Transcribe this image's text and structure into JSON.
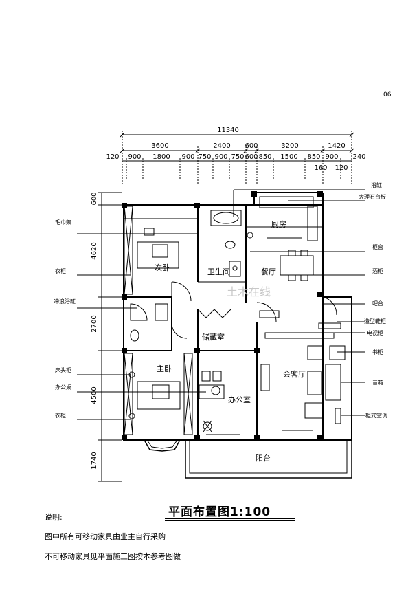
{
  "page_number": "06",
  "overall_dimension": "11340",
  "dim_row1": [
    "3600",
    "2400",
    "600",
    "3200",
    "1420"
  ],
  "dim_row2": [
    "120",
    "900",
    "1800",
    "900",
    "750",
    "900",
    "750",
    "600",
    "850",
    "1500",
    "850",
    "900",
    "240"
  ],
  "dim_row2_sub": [
    "160",
    "120"
  ],
  "left_dims": [
    "600",
    "4620",
    "2700",
    "4500",
    "1740"
  ],
  "rooms": {
    "kitchen": "厨房",
    "second_bedroom": "次卧",
    "bathroom": "卫生间",
    "dining": "餐厅",
    "storage": "储藏室",
    "master_bedroom": "主卧",
    "office": "办公室",
    "living": "会客厅",
    "balcony": "阳台"
  },
  "left_labels": [
    "毛巾架",
    "衣柜",
    "冲浪浴缸",
    "床头柜",
    "办公桌",
    "衣柜"
  ],
  "right_labels": [
    "浴缸",
    "大理石台板",
    "柜台",
    "酒柜",
    "吧台",
    "造型鞋柜",
    "电视柜",
    "书柜",
    "音箱",
    "柜式空调"
  ],
  "watermark": "土木在线",
  "title": "平面布置图",
  "scale": "1:100",
  "notes_heading": "说明:",
  "notes": [
    "图中所有可移动家具由业主自行采购",
    "不可移动家具见平面施工图按本参考图做"
  ]
}
